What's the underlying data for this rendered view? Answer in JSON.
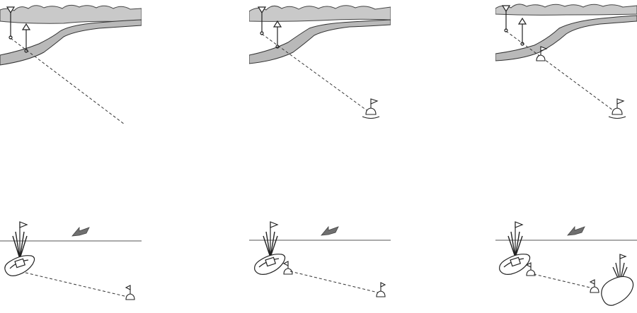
{
  "figure": {
    "columns": 3,
    "rows": 2,
    "background": "#ffffff",
    "colors": {
      "ink": "#222222",
      "shoreFill": "#b9b9b9",
      "trees": "#c9c9c9",
      "waterline": "#555555",
      "current": "#6f6f6f"
    }
  },
  "top_row": {
    "items": [
      {
        "name": "range-view-1",
        "has_buoy": false,
        "has_extra_buoy": false
      },
      {
        "name": "range-view-2",
        "has_buoy": true,
        "has_extra_buoy": false
      },
      {
        "name": "range-view-3",
        "has_buoy": true,
        "has_extra_buoy": true
      }
    ],
    "icons": [
      "shore-treeline",
      "range-marker-triangle-down",
      "range-marker-triangle-up",
      "dashed-sight-line",
      "flag-buoy"
    ]
  },
  "bottom_row": {
    "items": [
      {
        "name": "boat-buoy-1",
        "has_small_buoy": false,
        "has_second_boat": false
      },
      {
        "name": "boat-buoy-2",
        "has_small_buoy": true,
        "has_second_boat": false
      },
      {
        "name": "boat-buoy-3",
        "has_small_buoy": true,
        "has_second_boat": true
      }
    ],
    "icons": [
      "sailboat",
      "current-arrow",
      "horizon-line",
      "dashed-tether-line",
      "flag-buoy"
    ]
  }
}
